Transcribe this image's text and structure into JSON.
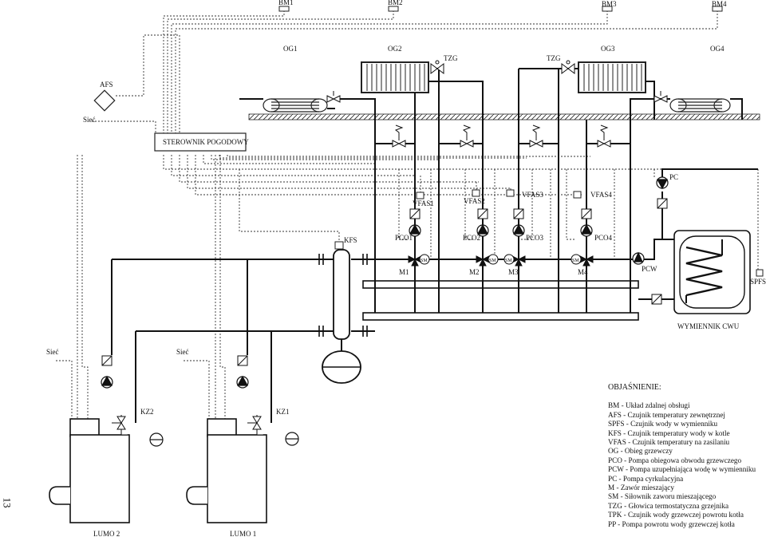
{
  "labels": {
    "bm1": "BM1",
    "bm2": "BM2",
    "bm3": "BM3",
    "bm4": "BM4",
    "og1": "OG1",
    "og2": "OG2",
    "og3": "OG3",
    "og4": "OG4",
    "tzg_left": "TZG",
    "tzg_right": "TZG",
    "afs": "AFS",
    "siec_top": "Sieć",
    "controller": "STEROWNIK POGODOWY",
    "pc": "PC",
    "spfs": "SPFS",
    "kfs": "KFS",
    "vfas1": "VFAS1",
    "vfas2": "VFAS2",
    "vfas3": "VFAS3",
    "vfas4": "VFAS4",
    "pco1": "PCO1",
    "pco2": "PCO2",
    "pco3": "PCO3",
    "pco4": "PCO4",
    "m1": "M1",
    "m2": "M2",
    "m3": "M3",
    "m4": "M4",
    "sm": "SM",
    "pcw": "PCW",
    "exchanger": "WYMIENNIK CWU",
    "siec_left": "Sieć",
    "siec_mid": "Sieć",
    "kz2": "KZ2",
    "kz1": "KZ1",
    "lumo2": "LUMO 2",
    "lumo1": "LUMO 1",
    "page_number": "13"
  },
  "legend": {
    "title": "OBJAŚNIENIE:",
    "items": [
      "BM - Układ zdalnej obsługi",
      "AFS - Czujnik temperatury zewnętrznej",
      "SPFS - Czujnik wody w wymienniku",
      "KFS - Czujnik temperatury wody w kotle",
      "VFAS - Czujnik temperatury na zasilaniu",
      "OG - Obieg grzewczy",
      "PCO - Pompa obiegowa obwodu grzewczego",
      "PCW - Pompa uzupełniająca wodę w wymienniku",
      "PC - Pompa cyrkulacyjna",
      "M - Zawór mieszający",
      "SM - Siłownik zaworu mieszającego",
      "TZG - Głowica termostatyczna grzejnika",
      "TPK - Czujnik wody grzewczej powrotu kotła",
      "PP - Pompa powrotu wody grzewczej kotła"
    ]
  }
}
